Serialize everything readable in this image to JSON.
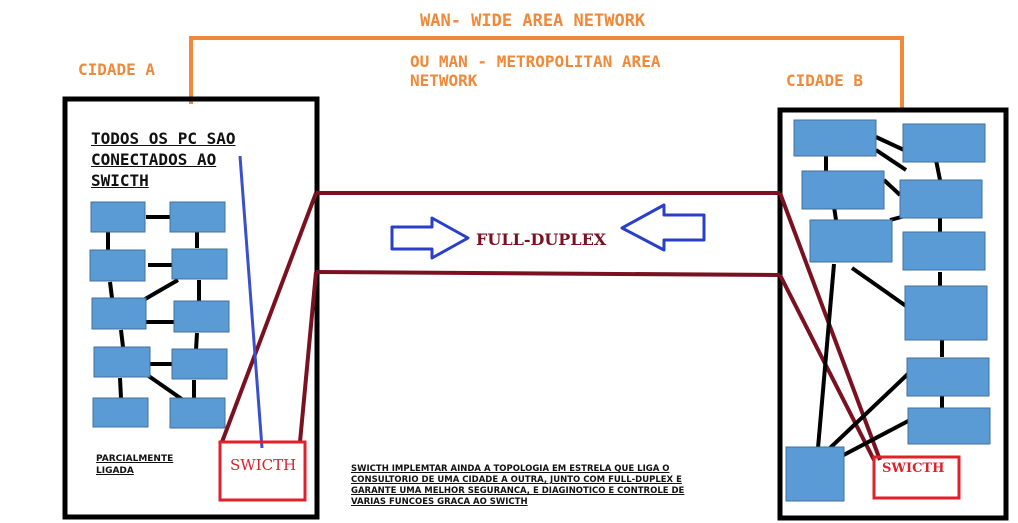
{
  "title_wan": "WAN- WIDE AREA NETWORK",
  "title_man": "OU MAN - METROPOLITAN AREA NETWORK",
  "city_a": "CIDADE A",
  "city_b": "CIDADE B",
  "city_a_note": "TODOS OS PC SAO CONECTADOS AO SWICTH",
  "full_duplex": "FULL-DUPLEX",
  "partial_label": "PARCIALMENTE LIGADA",
  "switch_a": "SWICTH",
  "switch_b": "SWICTH",
  "description": "SWICTH IMPLEMTAR AINDA A TOPOLOGIA EM ESTRELA QUE LIGA O CONSULTORIO DE UMA CIDADE A OUTRA, JUNTO COM FULL-DUPLEX E GARANTE UMA MELHOR SEGURANCA, E DIAGINOTICO E CONTROLE DE VARIAS FUNCOES GRACA AO SWICTH",
  "colors": {
    "wan_line": "#f0893a",
    "full_duplex_link": "#7a1020",
    "switch_border": "#e0202a",
    "pc_fill": "#5b9bd5",
    "arrow": "#2a3fc9",
    "switch_link_a": "#3a4fd0"
  }
}
